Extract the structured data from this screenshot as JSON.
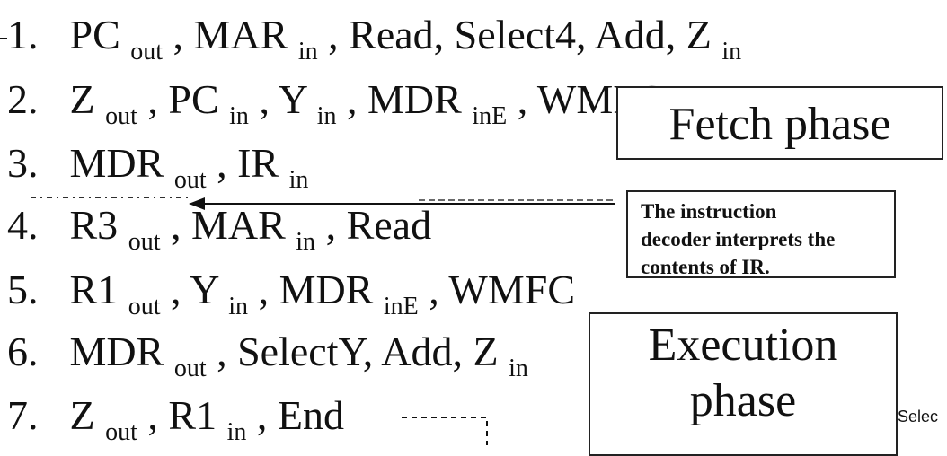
{
  "steps": [
    {
      "number": "1.",
      "t0": "PC",
      "s0": "out",
      "t1": ", MAR",
      "s1": "in",
      "t2": ", Read, Select4, Add, Z",
      "s2": "in"
    },
    {
      "number": "2.",
      "t0": "Z",
      "s0": "out",
      "t1": ", PC",
      "s1": "in",
      "t2": ", Y",
      "s2": "in",
      "t3": ", MDR",
      "s3": "inE",
      "t4": ", WMFC"
    },
    {
      "number": "3.",
      "t0": "MDR",
      "s0": "out",
      "t1": ", IR",
      "s1": "in"
    },
    {
      "number": "4.",
      "t0": "R3",
      "s0": "out",
      "t1": ", MAR",
      "s1": "in",
      "t2": ", Read"
    },
    {
      "number": "5.",
      "t0": "R1",
      "s0": "out",
      "t1": ", Y",
      "s1": "in",
      "t2": ", MDR",
      "s2": "inE",
      "t3": ", WMFC"
    },
    {
      "number": "6.",
      "t0": "MDR",
      "s0": "out",
      "t1": ", SelectY, Add, Z",
      "s1": "in"
    },
    {
      "number": "7.",
      "t0": "Z",
      "s0": "out",
      "t1": ", R1",
      "s1": "in",
      "t2": ", End"
    }
  ],
  "boxes": {
    "fetch": "Fetch phase",
    "decoder": [
      "The instruction",
      "decoder interprets the",
      "contents of IR."
    ],
    "execution": [
      "Execution",
      "phase"
    ]
  },
  "fragment": "Selec"
}
